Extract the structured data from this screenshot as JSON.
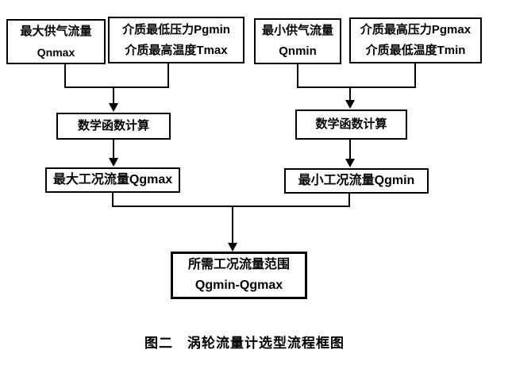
{
  "colors": {
    "background": "#ffffff",
    "ink": "#000000"
  },
  "flowchart": {
    "nodes": [
      {
        "id": "qnmax",
        "lines": [
          "最大供气流量",
          "Qnmax"
        ]
      },
      {
        "id": "pgmin-tmax",
        "lines": [
          "介质最低压力Pgmin",
          "介质最高温度Tmax"
        ]
      },
      {
        "id": "qnmin",
        "lines": [
          "最小供气流量",
          "Qnmin"
        ]
      },
      {
        "id": "pgmax-tmin",
        "lines": [
          "介质最高压力Pgmax",
          "介质最低温度Tmin"
        ]
      },
      {
        "id": "math-calc-left",
        "lines": [
          "数学函数计算"
        ]
      },
      {
        "id": "math-calc-right",
        "lines": [
          "数学函数计算"
        ]
      },
      {
        "id": "qgmax",
        "lines": [
          "最大工况流量Qgmax"
        ]
      },
      {
        "id": "qgmin",
        "lines": [
          "最小工况流量Qgmin"
        ]
      },
      {
        "id": "result-range",
        "lines": [
          "所需工况流量范围",
          "Qgmin-Qgmax"
        ]
      }
    ],
    "caption": "图二　涡轮流量计选型流程框图"
  }
}
